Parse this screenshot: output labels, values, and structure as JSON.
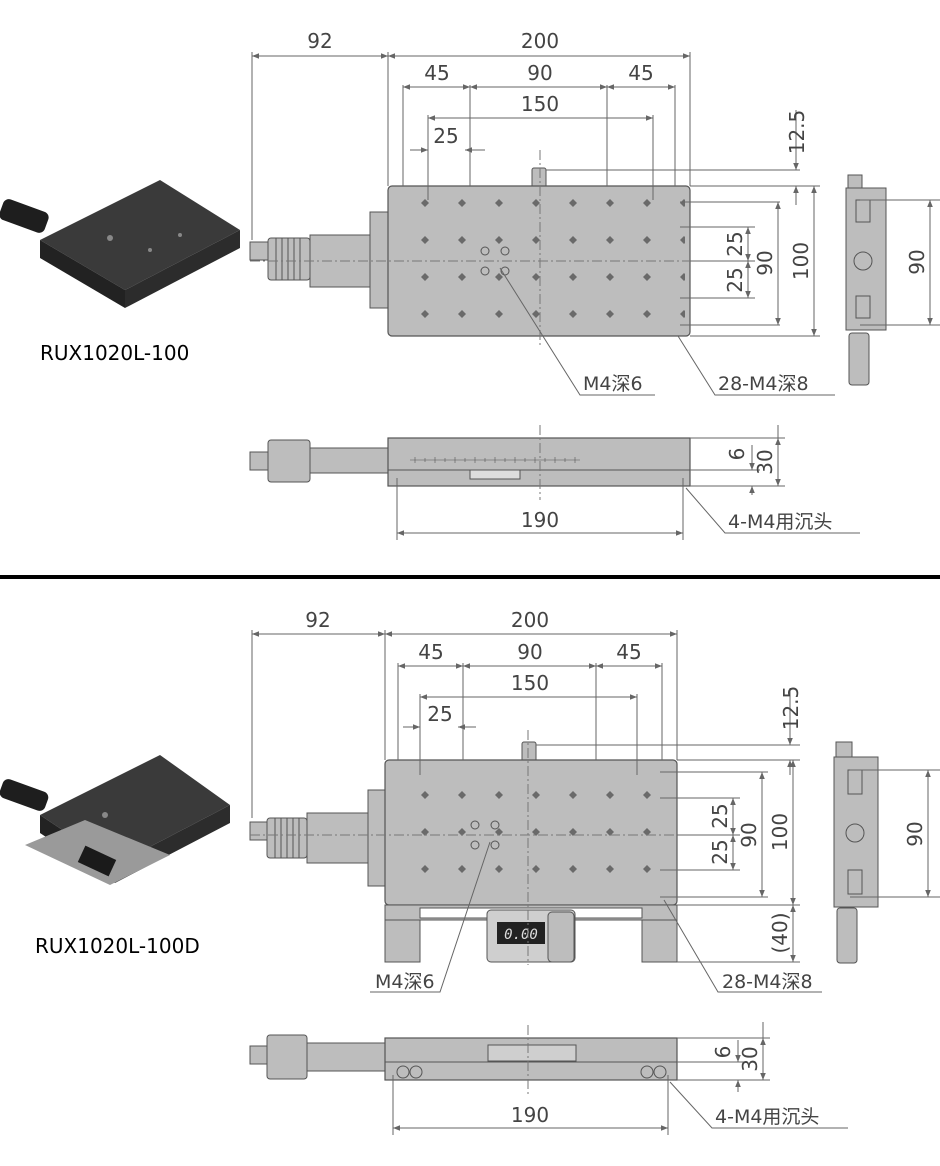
{
  "colors": {
    "body_fill": "#bdbdbd",
    "body_stroke": "#555555",
    "dim_line": "#666666",
    "divider": "#000000",
    "photo_dark": "#2a2a2a",
    "hole": "#6a6a6a",
    "display": "#222222"
  },
  "top": {
    "model_label": "RUX1020L-100",
    "dims": {
      "d92": "92",
      "d200": "200",
      "d45a": "45",
      "d90": "90",
      "d45b": "45",
      "d150": "150",
      "d25": "25",
      "d12_5": "12.5",
      "v25a": "25",
      "v25b": "25",
      "v90": "90",
      "v100": "100",
      "side90": "90",
      "h6": "6",
      "h30": "30",
      "d190": "190"
    },
    "callouts": {
      "center_tap": "M4深6",
      "mount_holes": "28-M4深8",
      "counterbore": "4-M4用沉头"
    }
  },
  "bottom": {
    "model_label": "RUX1020L-100D",
    "dims": {
      "d92": "92",
      "d200": "200",
      "d45a": "45",
      "d90": "90",
      "d45b": "45",
      "d150": "150",
      "d25": "25",
      "d12_5": "12.5",
      "v25a": "25",
      "v25b": "25",
      "v90": "90",
      "v100": "100",
      "v40": "(40)",
      "side90": "90",
      "h6": "6",
      "h30": "30",
      "d190": "190"
    },
    "display_reading": "0.00",
    "callouts": {
      "center_tap": "M4深6",
      "mount_holes": "28-M4深8",
      "counterbore": "4-M4用沉头"
    }
  }
}
